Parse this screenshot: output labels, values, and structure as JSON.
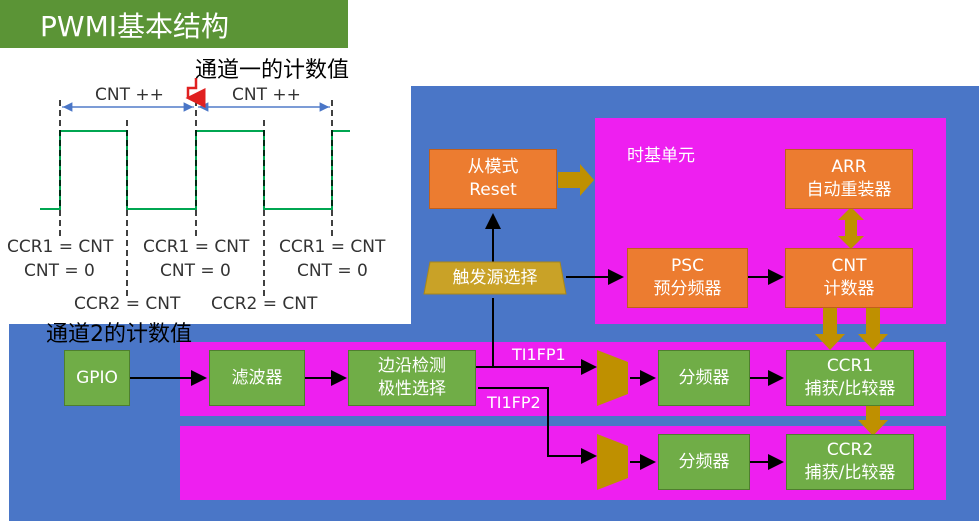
{
  "title": "PWMI基本结构",
  "annotations": {
    "channel1_value": "通道一的计数值",
    "channel2_value": "通道2的计数值"
  },
  "timing": {
    "cnt_labels": [
      "CNT ++",
      "CNT ++"
    ],
    "ccr1_labels": [
      "CCR1 = CNT",
      "CCR1 = CNT",
      "CCR1 = CNT"
    ],
    "cnt_zero_labels": [
      "CNT = 0",
      "CNT = 0",
      "CNT = 0"
    ],
    "ccr2_labels": [
      "CCR2 = CNT",
      "CCR2 = CNT"
    ]
  },
  "blocks": {
    "slave_mode": {
      "line1": "从模式",
      "line2": "Reset"
    },
    "time_base_title": "时基单元",
    "arr": {
      "line1": "ARR",
      "line2": "自动重装器"
    },
    "psc": {
      "line1": "PSC",
      "line2": "预分频器"
    },
    "cnt": {
      "line1": "CNT",
      "line2": "计数器"
    },
    "trigger_select": "触发源选择",
    "gpio": "GPIO",
    "filter": "滤波器",
    "edge_detect": {
      "line1": "边沿检测",
      "line2": "极性选择"
    },
    "prescaler1": "分频器",
    "prescaler2": "分频器",
    "ccr1": {
      "line1": "CCR1",
      "line2": "捕获/比较器"
    },
    "ccr2": {
      "line1": "CCR2",
      "line2": "捕获/比较器"
    }
  },
  "signals": {
    "ti1fp1": "TI1FP1",
    "ti1fp2": "TI1FP2"
  },
  "colors": {
    "title_bar": "#5b9436",
    "background_blue": "#4a76c7",
    "magenta": "#ee1ff0",
    "orange_block": "#ec7c30",
    "green_block": "#70ad47",
    "gold_arrow": "#bf9000",
    "waveform": "#00a651",
    "pointer_arrow": "#e02020"
  }
}
